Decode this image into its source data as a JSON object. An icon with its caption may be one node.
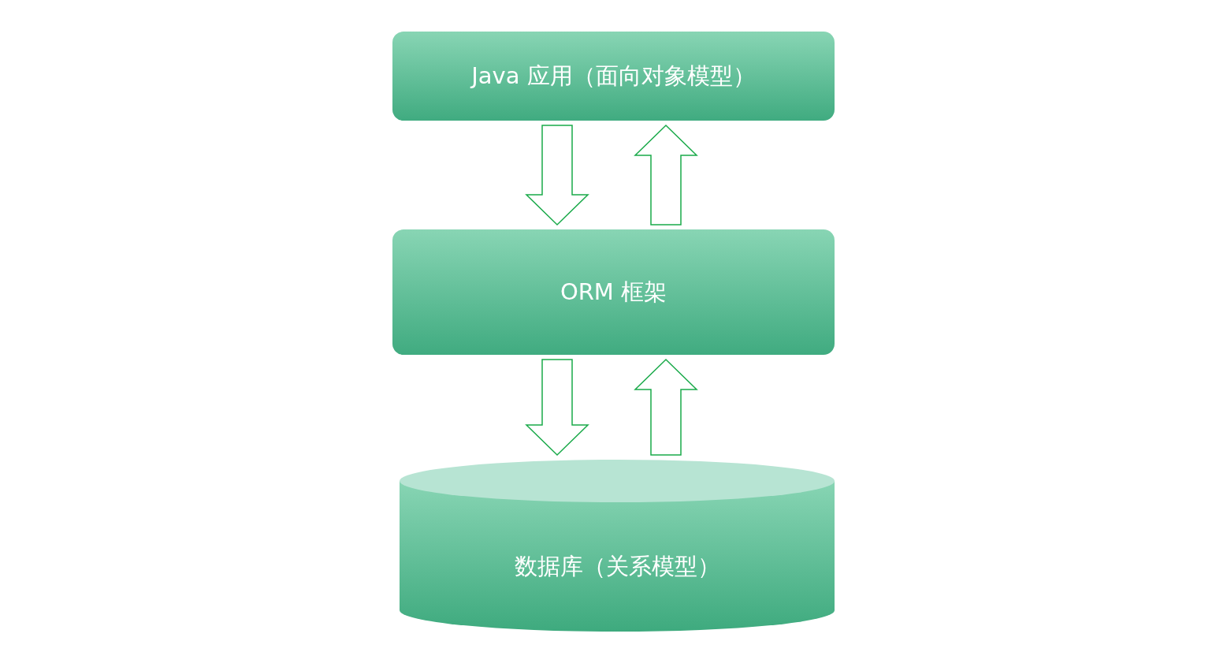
{
  "diagram": {
    "nodes": [
      {
        "text": [
          "Java 应用（面向对象模型）"
        ]
      },
      {
        "text": [
          "ORM 框架"
        ]
      },
      {
        "text": [
          "数据库（关系模型）"
        ]
      }
    ],
    "edges": [
      {
        "from": 0,
        "to": 1,
        "arrow": "to"
      },
      {
        "from": 1,
        "to": 0,
        "arrow": "to"
      },
      {
        "from": 1,
        "to": 2,
        "arrow": "to"
      },
      {
        "from": 2,
        "to": 1,
        "arrow": "to"
      }
    ]
  }
}
